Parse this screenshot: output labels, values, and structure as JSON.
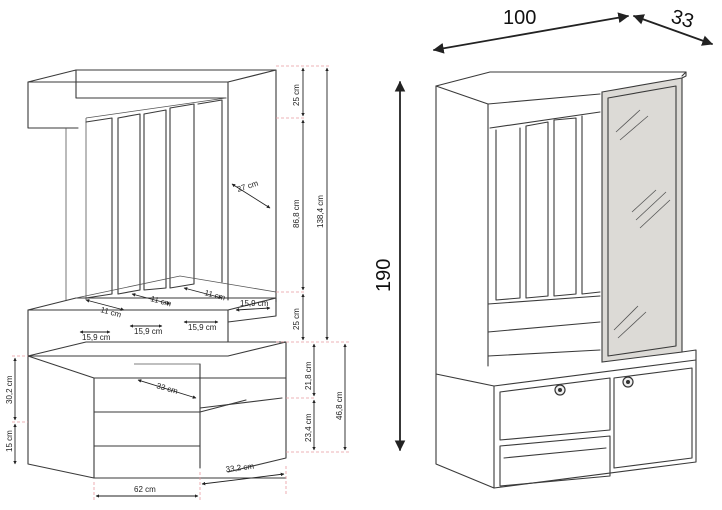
{
  "left_view": {
    "dimensions": {
      "upper_depth": "27 cm",
      "slot_1": "11 cm",
      "slot_2": "11 cm",
      "slot_3": "11 cm",
      "hook_1": "15,9 cm",
      "hook_2": "15,9 cm",
      "hook_3": "15,9 cm",
      "hook_4": "15,9 cm",
      "cabinet_depth": "33 cm",
      "top_height": "25 cm",
      "panel_height": "86,8 cm",
      "upper_height": "138,4 cm",
      "shelf_height": "25 cm",
      "cabinet_top": "21,8 cm",
      "cabinet_bottom": "23,4 cm",
      "cabinet_height": "46,8 cm",
      "left_upper": "30,2 cm",
      "left_lower": "15 cm",
      "bottom_left_width": "62 cm",
      "bottom_right_width": "33,2 cm"
    }
  },
  "right_view": {
    "width_label": "100",
    "depth_label": "33",
    "height_label": "190"
  }
}
